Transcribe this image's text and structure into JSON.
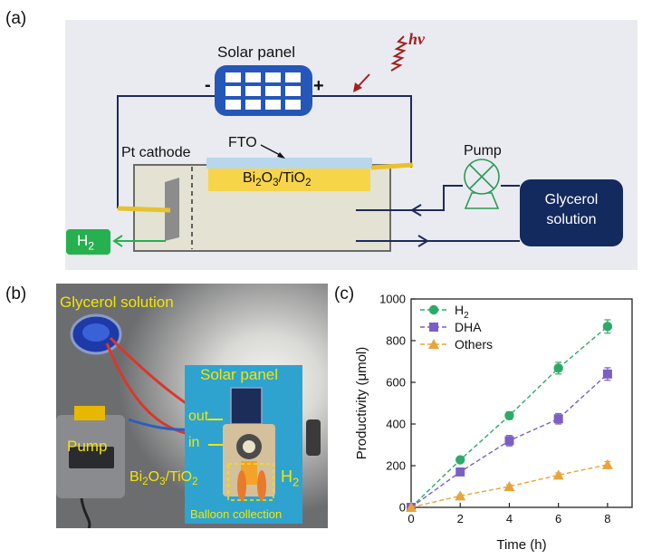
{
  "panel_a": {
    "letter": "(a)",
    "solar_panel": "Solar panel",
    "minus": "-",
    "plus": "+",
    "hv": "hv",
    "fto": "FTO",
    "pt_cathode": "Pt cathode",
    "photoanode_main": "Bi",
    "photoanode_sub1": "2",
    "photoanode_mid": "O",
    "photoanode_sub2": "3",
    "photoanode_tail": "/TiO",
    "photoanode_sub3": "2",
    "h2_main": "H",
    "h2_sub": "2",
    "pump": "Pump",
    "glycerol_line1": "Glycerol",
    "glycerol_line2": "solution",
    "colors": {
      "background": "#e9ebf0",
      "wire": "#1f2a5a",
      "photoanode": "#f7d54a",
      "fto": "#b9d7ec",
      "arrow_green": "#27b04e",
      "pump_green": "#2a9a55",
      "reservoir": "#132a5e",
      "hv": "#a32020"
    }
  },
  "panel_b": {
    "letter": "(b)",
    "glycerol_solution": "Glycerol solution",
    "solar_panel": "Solar panel",
    "out": "out",
    "in": "in",
    "pump": "Pump",
    "photoanode_main": "Bi",
    "photoanode_sub1": "2",
    "photoanode_mid": "O",
    "photoanode_sub2": "3",
    "photoanode_tail": "/TiO",
    "photoanode_sub3": "2",
    "h2_main": "H",
    "h2_sub": "2",
    "balloon": "Balloon collection"
  },
  "panel_c": {
    "letter": "(c)"
  },
  "chart_data": {
    "type": "scatter",
    "xlabel": "Time (h)",
    "ylabel": "Productivity (μmol)",
    "xlim": [
      0,
      9
    ],
    "ylim": [
      0,
      1000
    ],
    "xticks": [
      0,
      2,
      4,
      6,
      8
    ],
    "yticks": [
      0,
      200,
      400,
      600,
      800,
      1000
    ],
    "legend_position": "top-left",
    "x": [
      0,
      2,
      4,
      6,
      8
    ],
    "series": [
      {
        "name": "H2",
        "label_main": "H",
        "label_sub": "2",
        "marker": "circle",
        "color": "#2eaa68",
        "values": [
          0,
          228,
          440,
          668,
          868
        ],
        "err": [
          0,
          12,
          18,
          28,
          32
        ]
      },
      {
        "name": "DHA",
        "label_main": "DHA",
        "label_sub": "",
        "marker": "square",
        "color": "#7b5fc4",
        "values": [
          0,
          170,
          320,
          425,
          640
        ],
        "err": [
          0,
          10,
          25,
          25,
          30
        ]
      },
      {
        "name": "Others",
        "label_main": "Others",
        "label_sub": "",
        "marker": "triangle",
        "color": "#e8a43a",
        "values": [
          0,
          55,
          100,
          155,
          205
        ],
        "err": [
          0,
          5,
          8,
          10,
          15
        ]
      }
    ]
  }
}
